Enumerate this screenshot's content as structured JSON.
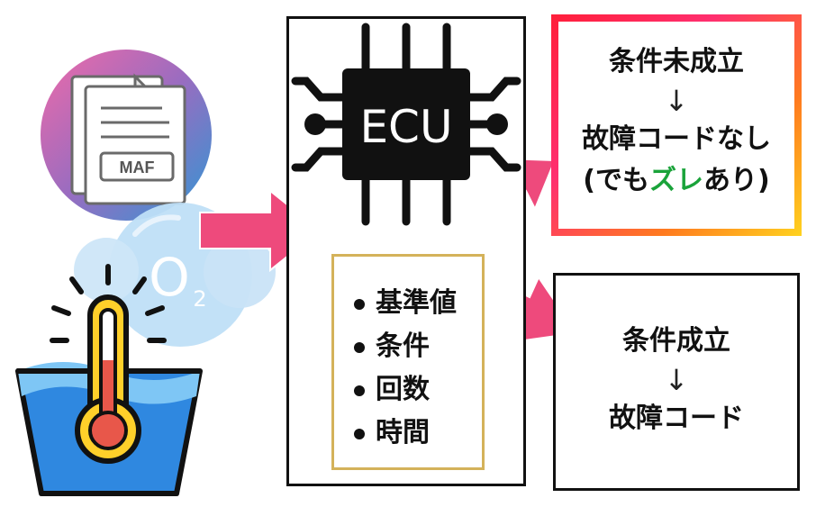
{
  "icons": {
    "maf_label": "MAF",
    "o2_label": "O",
    "o2_sub": "2"
  },
  "ecu": {
    "chip_label": "ECU",
    "criteria": [
      "基準値",
      "条件",
      "回数",
      "時間"
    ]
  },
  "result_unmet": {
    "line1": "条件未成立",
    "arrow": "↓",
    "line2": "故障コードなし",
    "line3_open": "(でも",
    "line3_highlight": "ズレ",
    "line3_close": "あり)",
    "highlight_color": "#1aa33a"
  },
  "result_met": {
    "line1": "条件成立",
    "arrow": "↓",
    "line2": "故障コード"
  },
  "colors": {
    "arrow_pink": "#ee4a7c",
    "border_gradient": [
      "#ff1f3a",
      "#ff7a1f",
      "#ffd21f"
    ],
    "criteria_border": "#d4b25a"
  }
}
